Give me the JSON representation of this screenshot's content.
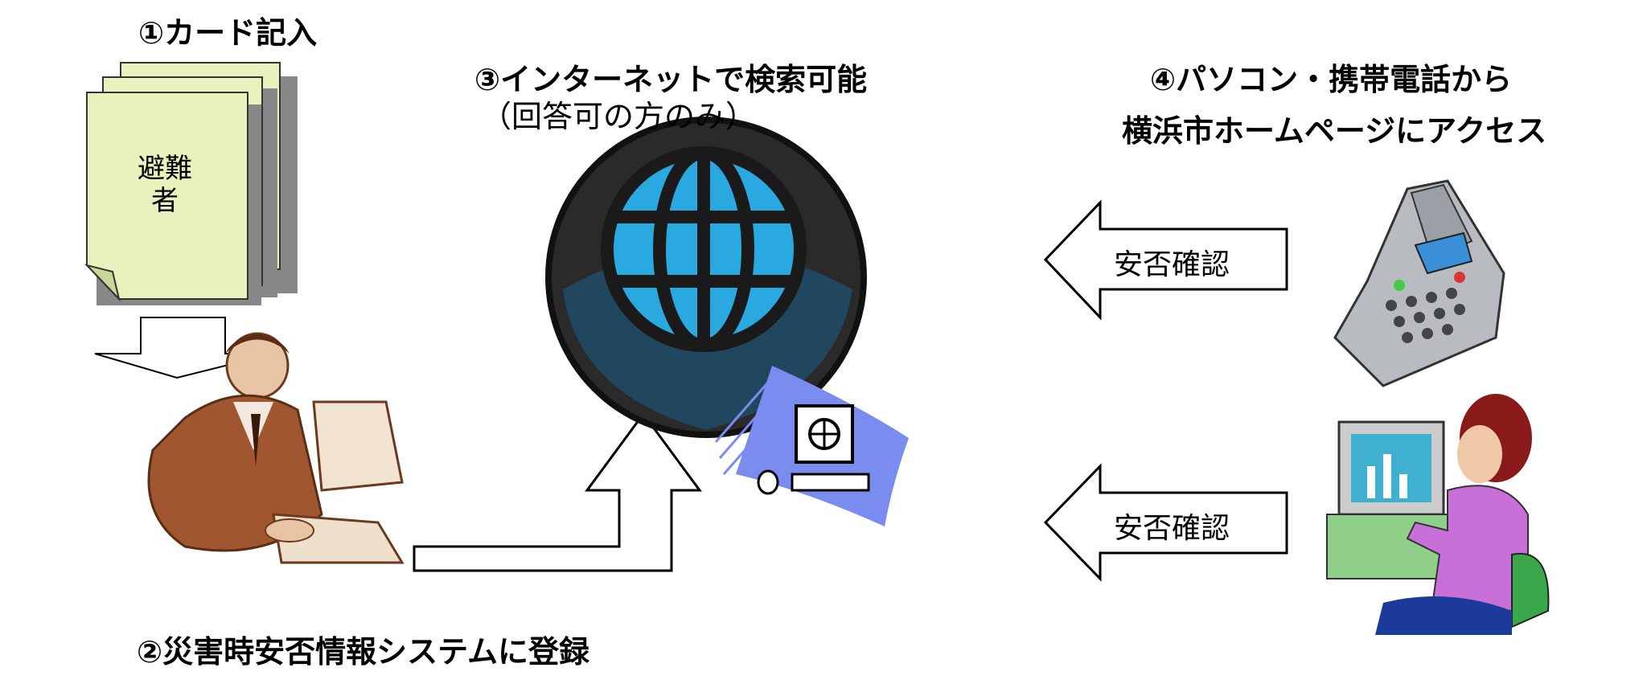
{
  "step1": {
    "label": "①カード記入",
    "card_text_line1": "避難",
    "card_text_line2": "者"
  },
  "step2": {
    "label": "②災害時安否情報システムに登録"
  },
  "step3": {
    "label": "③インターネットで検索可能",
    "note": "（回答可の方のみ）"
  },
  "step4": {
    "line1": "④パソコン・携帯電話から",
    "line2": "横浜市ホームページにアクセス"
  },
  "arrows": [
    {
      "label": "安否確認"
    },
    {
      "label": "安否確認"
    }
  ],
  "colors": {
    "card": "#e8f2bc",
    "globe_blue": "#2aa8e0",
    "flag": "#7b8cf0",
    "shirt": "#c96fd8",
    "chair": "#3aa84a"
  }
}
